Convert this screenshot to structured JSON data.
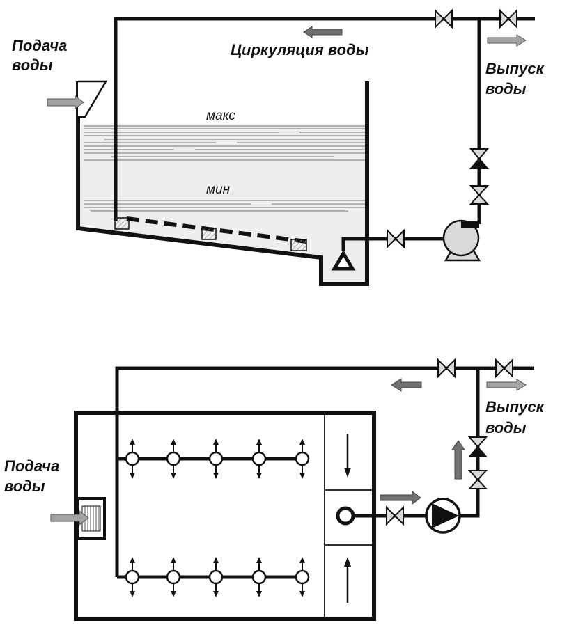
{
  "colors": {
    "pipe": "#111111",
    "water": "#eeeeee",
    "arrow_light": "#a3a3a3",
    "arrow_dark": "#707070",
    "valve_fill": "#d9d9d9",
    "hatch": "#8a8a8a"
  },
  "side_view": {
    "water_supply_line1": "Подача",
    "water_supply_line2": "воды",
    "circulation": "Циркуляция воды",
    "discharge_line1": "Выпуск",
    "discharge_line2": "воды",
    "level_max": "макс",
    "level_min": "мин"
  },
  "plan_view": {
    "water_supply_line1": "Подача",
    "water_supply_line2": "воды",
    "discharge_line1": "Выпуск",
    "discharge_line2": "воды"
  },
  "icons": [
    "gate-valve-icon",
    "check-valve-icon",
    "centrifugal-pump-icon",
    "pump-symbol-icon",
    "flow-arrow-icon",
    "nozzle-icon",
    "suction-intake-icon"
  ]
}
